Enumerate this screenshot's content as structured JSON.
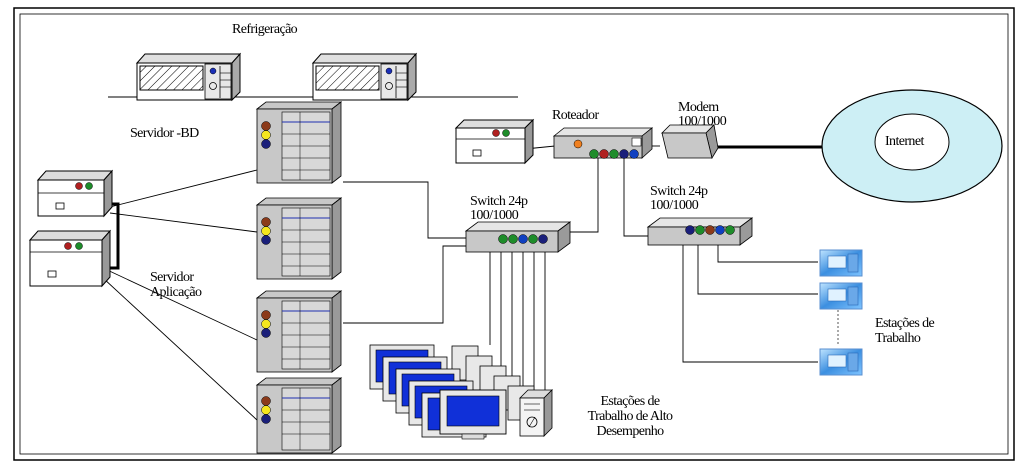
{
  "labels": {
    "cooling": "Refrigeração",
    "db_server": "Servidor -BD",
    "app_server_1": "Servidor",
    "app_server_2": "Aplicação",
    "router": "Roteador",
    "modem_1": "Modem",
    "modem_2": "100/1000",
    "internet": "Internet",
    "switch_a_1": "Switch 24p",
    "switch_a_2": "100/1000",
    "switch_b_1": "Switch 24p",
    "switch_b_2": "100/1000",
    "workstations_1": "Estações de",
    "workstations_2": "Trabalho",
    "hp_workstations_1": "Estações de",
    "hp_workstations_2": "Trabalho de Alto",
    "hp_workstations_3": "Desempenho"
  },
  "colors": {
    "led_brown": "#8b3a1a",
    "led_yellow": "#f5e61e",
    "led_navy": "#1a1f7a",
    "led_green": "#1e8c2a",
    "led_red": "#b02020",
    "led_blue": "#1040c0",
    "led_orange": "#f08020",
    "globe_fill": "#cdeff5",
    "screen_blue": "#1030d8",
    "device_gray": "#c8c8c8"
  }
}
